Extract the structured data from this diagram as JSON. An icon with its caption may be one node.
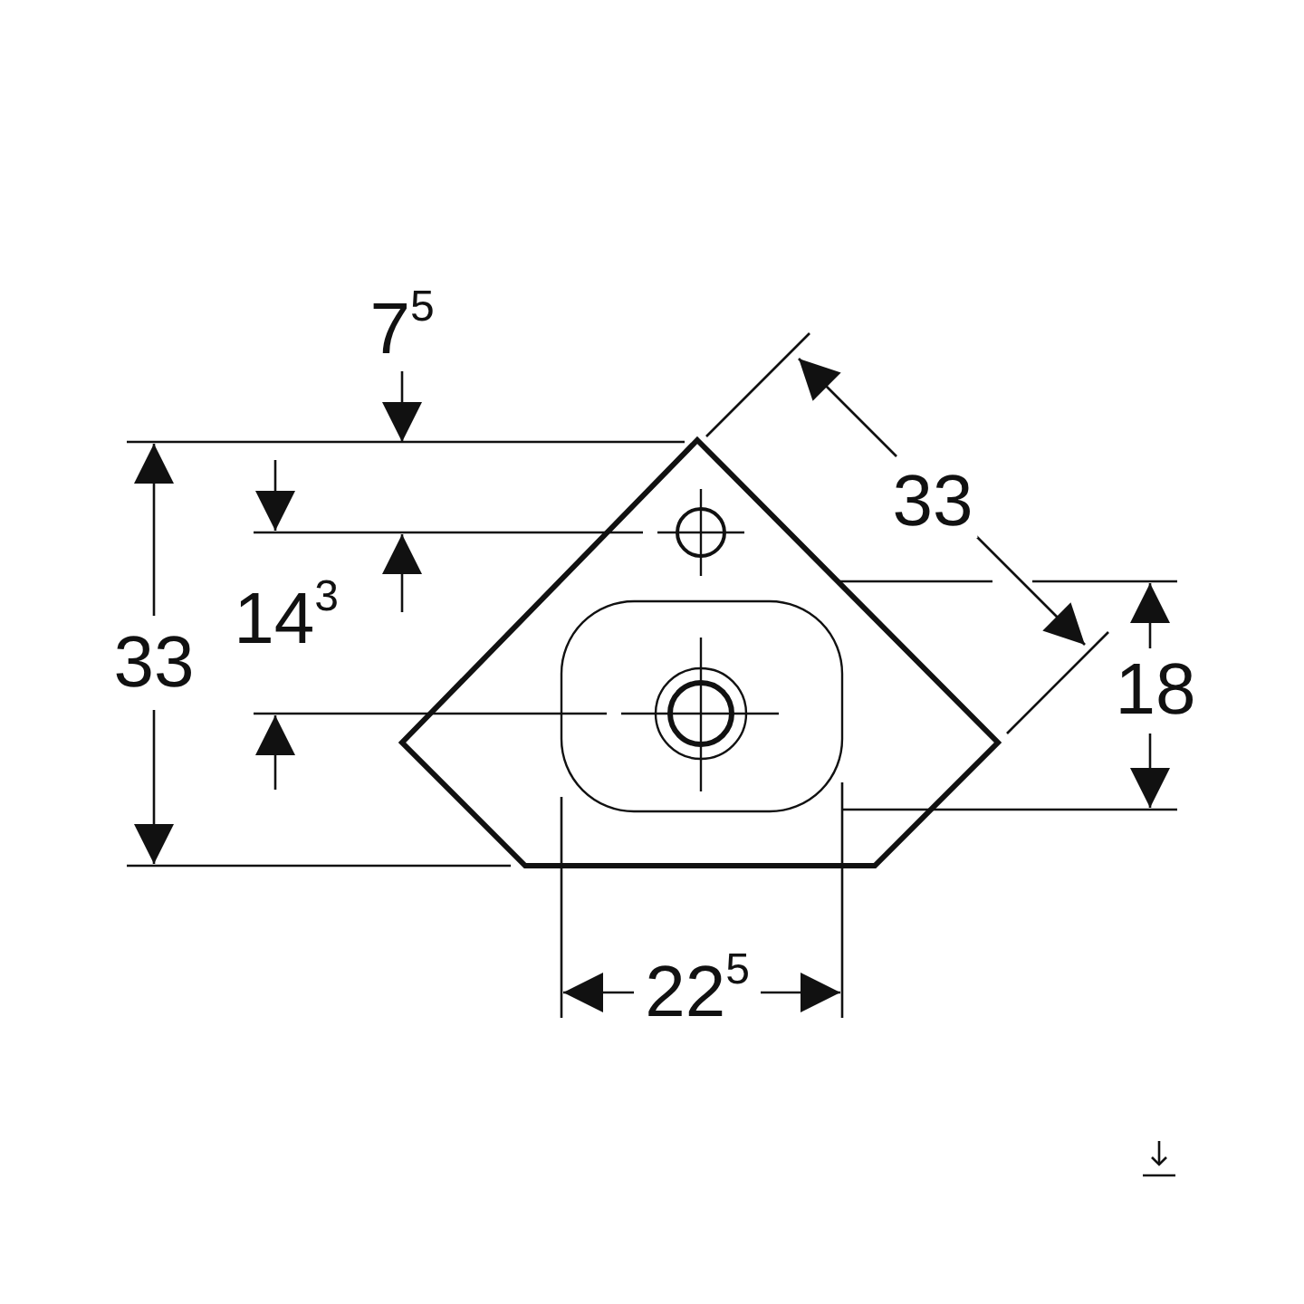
{
  "diagram": {
    "labels": [
      "7$^{5}$",
      "33",
      "14$^{3}$",
      "33",
      "18",
      "22$^{5}$"
    ]
  }
}
